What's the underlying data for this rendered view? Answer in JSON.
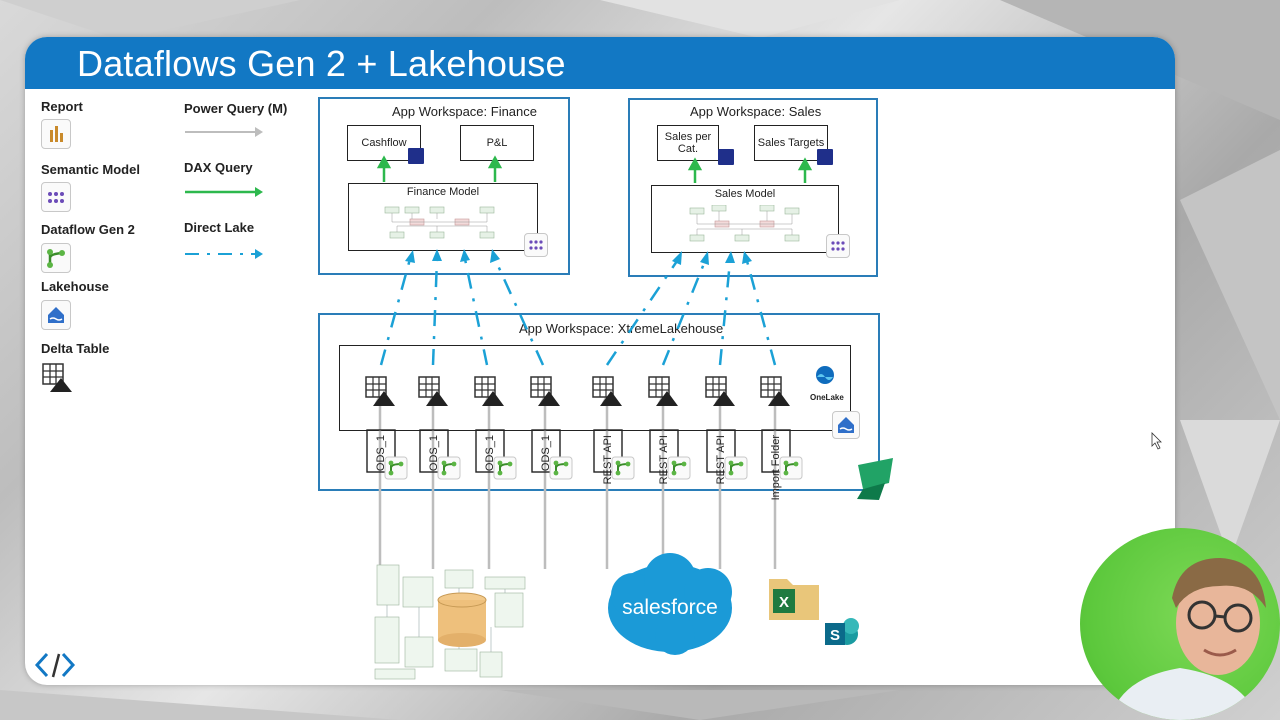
{
  "title": "Dataflows Gen 2 + Lakehouse",
  "legend": {
    "items": [
      {
        "label": "Report",
        "icon": "report-icon"
      },
      {
        "label": "Semantic Model",
        "icon": "semantic-model-icon"
      },
      {
        "label": "Dataflow Gen 2",
        "icon": "dataflow-icon"
      },
      {
        "label": "Lakehouse",
        "icon": "lakehouse-icon"
      },
      {
        "label": "Delta Table",
        "icon": "delta-table-icon"
      }
    ],
    "lines": [
      {
        "label": "Power Query (M)",
        "style": "solid",
        "color": "#bdbdbd"
      },
      {
        "label": "DAX Query",
        "style": "solid",
        "color": "#2db84d"
      },
      {
        "label": "Direct Lake",
        "style": "dash-dot",
        "color": "#1ba1d6"
      }
    ]
  },
  "finance": {
    "title": "App Workspace: Finance",
    "reports": [
      "Cashflow",
      "P&L"
    ],
    "model": "Finance Model"
  },
  "sales": {
    "title": "App Workspace: Sales",
    "reports": [
      "Sales per\nCat.",
      "Sales Targets"
    ],
    "model": "Sales Model"
  },
  "lakehouse": {
    "title": "App Workspace: XtremeLakehouse",
    "onelake": "OneLake",
    "source_labels": [
      "ODS_1",
      "ODS_1",
      "ODS_1",
      "ODS_1",
      "REST API",
      "REST API",
      "REST API",
      "Import Folder"
    ]
  },
  "sources": {
    "salesforce": "salesforce"
  },
  "colors": {
    "accent": "#1278c4",
    "dax": "#2db84d",
    "direct_lake": "#1ba1d6",
    "power_query": "#bdbdbd"
  }
}
